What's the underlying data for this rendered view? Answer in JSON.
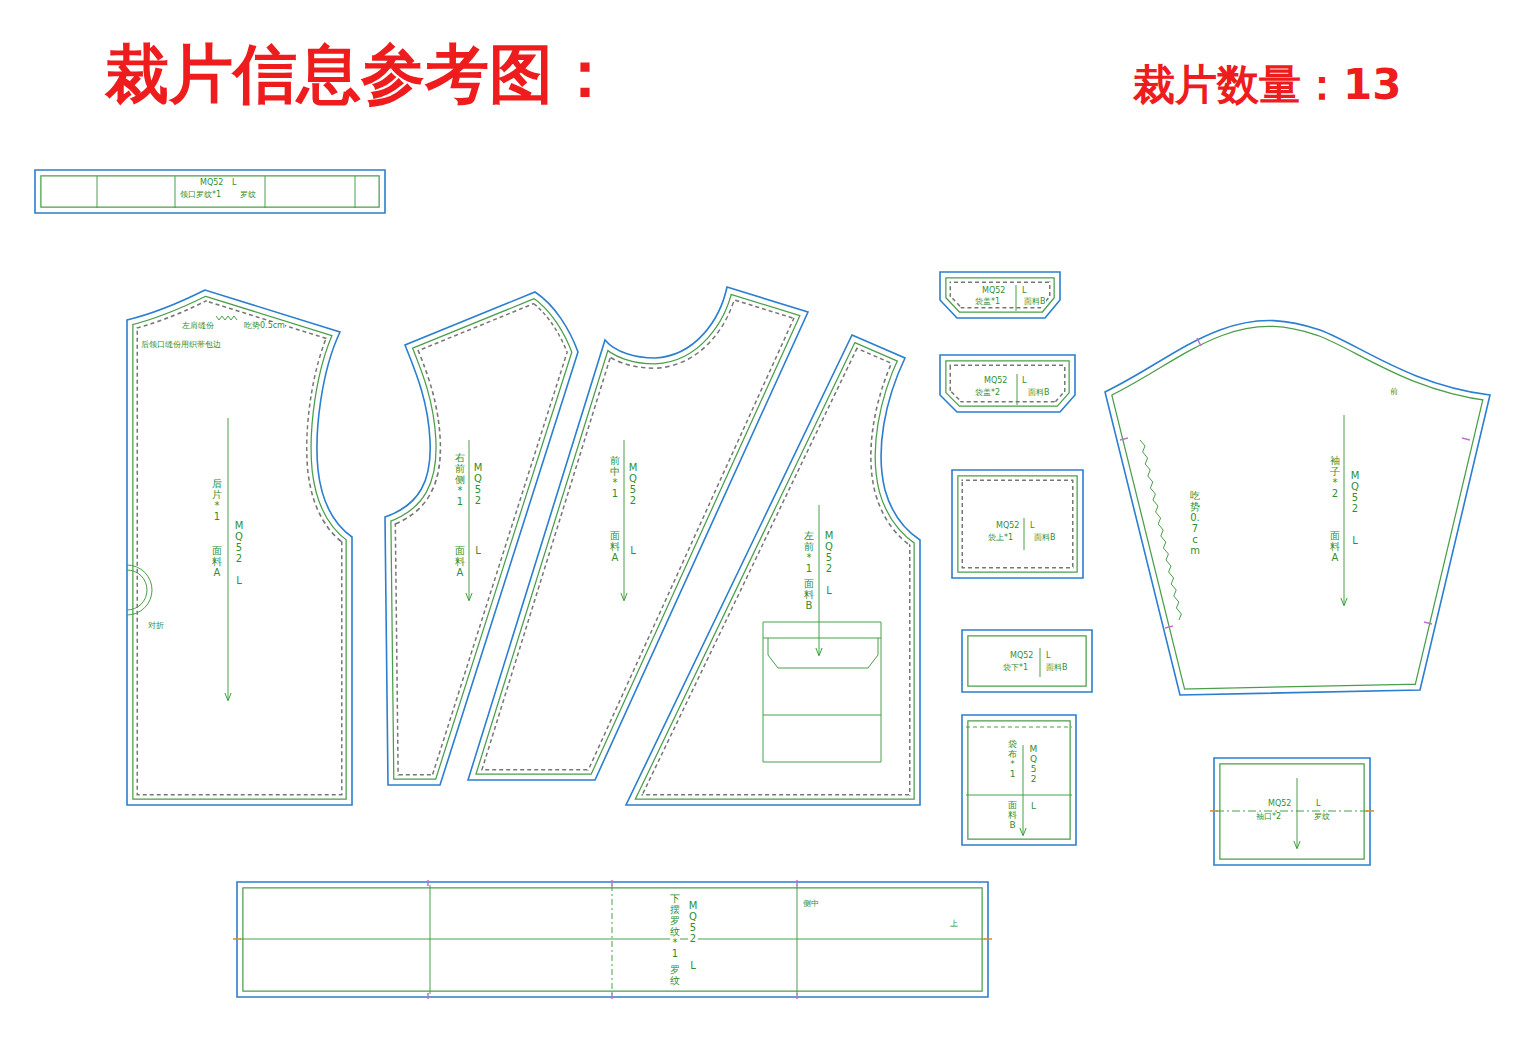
{
  "diagram": {
    "title": "裁片信息参考图：",
    "nodes": [
      {
        "text": [
          "领口罗纹*1",
          "MQ52",
          "L",
          "罗纹"
        ]
      },
      {
        "text": [
          "后片*1",
          "MQ52",
          "L",
          "面料A",
          "后领口缝份用织带包边",
          "左肩缝份",
          "吃势0.5cm",
          "对折"
        ]
      },
      {
        "text": [
          "右前侧*1",
          "MQ52",
          "L",
          "面料A"
        ]
      },
      {
        "text": [
          "前中*1",
          "MQ52",
          "L",
          "面料A"
        ]
      },
      {
        "text": [
          "左前*1",
          "MQ52",
          "L",
          "面料B"
        ]
      },
      {
        "text": [
          "MQ52",
          "L",
          "袋盖*1",
          "面料B"
        ]
      },
      {
        "text": [
          "MQ52",
          "L",
          "袋盖*2",
          "面料B"
        ]
      },
      {
        "text": [
          "MQ52",
          "L",
          "袋上*1",
          "面料B"
        ]
      },
      {
        "text": [
          "MQ52",
          "L",
          "袋下*1",
          "面料B"
        ]
      },
      {
        "text": [
          "袋布*1",
          "MQ52",
          "L",
          "面料B"
        ]
      },
      {
        "text": [
          "袖子*2",
          "MQ52",
          "L",
          "面料A",
          "前",
          "吃势0.7cm"
        ]
      },
      {
        "text": [
          "MQ52",
          "L",
          "袖口*2",
          "罗纹"
        ]
      },
      {
        "text": [
          "下摆罗纹*1",
          "MQ52",
          "L",
          "罗纹",
          "侧中",
          "上"
        ]
      }
    ],
    "labels": [
      "裁片数量：13"
    ]
  }
}
